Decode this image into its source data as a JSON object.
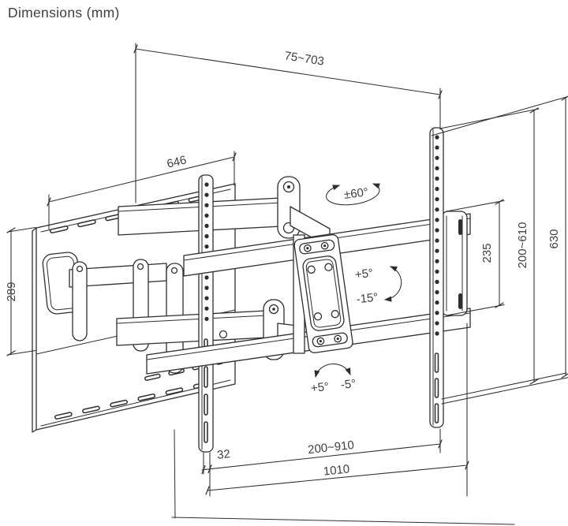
{
  "title": "Dimensions (mm)",
  "colors": {
    "line": "#2e2e2e",
    "text": "#3f3f3f",
    "background": "#ffffff"
  },
  "dimensions": {
    "depth_range": "75~703",
    "wall_plate_width": "646",
    "wall_plate_height": "289",
    "adapter_height": "235",
    "vesa_vertical_range": "200~610",
    "rail_height": "630",
    "rail_offset": "32",
    "vesa_horizontal_range": "200~910",
    "max_width": "1010"
  },
  "angles": {
    "swivel": "±60°",
    "tilt_up": "+5°",
    "tilt_down": "-15°",
    "roll_left": "+5°",
    "roll_right": "-5°"
  }
}
